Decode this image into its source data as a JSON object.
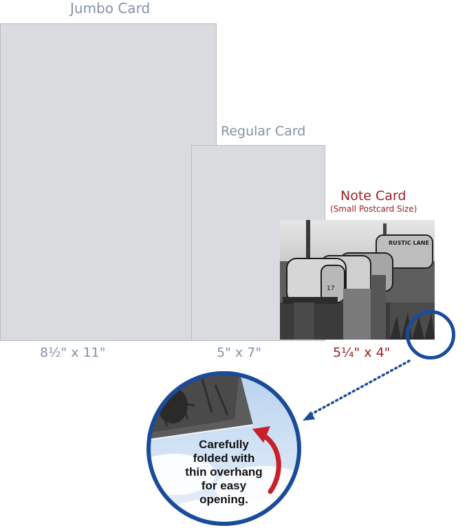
{
  "jumbo": {
    "title": "Jumbo Card",
    "size": "8½\"  x 11\""
  },
  "regular": {
    "title": "Regular Card",
    "size": "5\" x 7\""
  },
  "note": {
    "title": "Note Card",
    "subtitle": "(Small Postcard Size)",
    "size": "5¼\" x 4\""
  },
  "photo": {
    "sign": "RUSTIC LANE",
    "mailbox_number": "17"
  },
  "magnifier": {
    "caption_lines": [
      "Carefully",
      "folded with",
      "thin overhang",
      "for easy",
      "opening."
    ]
  },
  "colors": {
    "accent_blue": "#1a4b9a",
    "note_red": "#9a1f24",
    "label_gray": "#8591a6",
    "card_gray": "#d9dbde",
    "arrow_red": "#c8202a"
  },
  "icons": {
    "arrow": "curved-arrow-icon",
    "pointer": "dotted-arrow-icon"
  }
}
